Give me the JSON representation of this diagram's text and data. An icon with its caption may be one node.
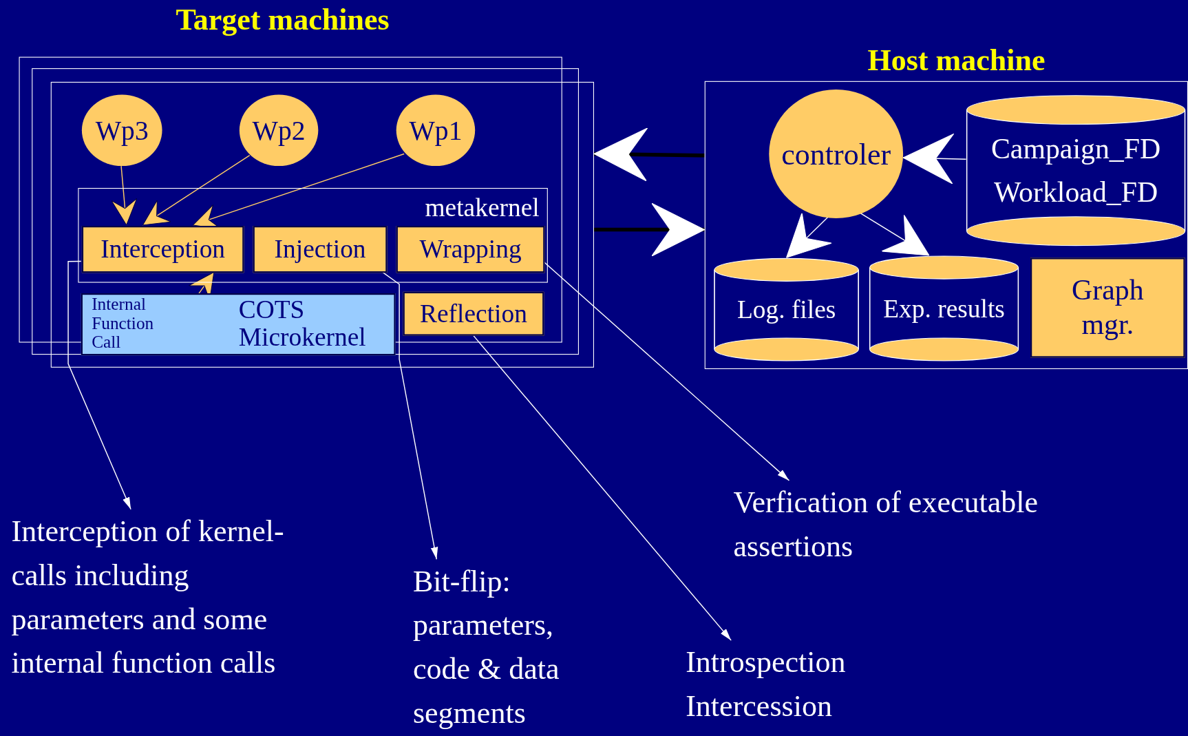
{
  "diagram": {
    "nodes": [
      {
        "text": [
          "Target machines"
        ]
      },
      {
        "text": [
          "Wp3"
        ],
        "in": 0
      },
      {
        "text": [
          "Wp2"
        ],
        "in": 0
      },
      {
        "text": [
          "Wp1"
        ],
        "in": 0
      },
      {
        "text": [
          "metakernel"
        ],
        "in": 0
      },
      {
        "text": [
          "Interception"
        ],
        "in": 4
      },
      {
        "text": [
          "Injection"
        ],
        "in": 4
      },
      {
        "text": [
          "Wrapping"
        ],
        "in": 4
      },
      {
        "text": [
          "Internal Function Call",
          "COTS Microkernel"
        ],
        "in": 0
      },
      {
        "text": [
          "Reflection"
        ],
        "in": 0
      },
      {
        "text": [
          "Host machine"
        ]
      },
      {
        "text": [
          "controler"
        ],
        "in": 10
      },
      {
        "text": [
          "Campaign_FD",
          "Workload_FD"
        ],
        "in": 10
      },
      {
        "text": [
          "Log. files"
        ],
        "in": 10
      },
      {
        "text": [
          "Exp. results"
        ],
        "in": 10
      },
      {
        "text": [
          "Graph mgr."
        ],
        "in": 10
      },
      {
        "text": [
          "Interception of kernel-calls including parameters and some internal function calls"
        ]
      },
      {
        "text": [
          "Bit-flip: parameters, code & data segments"
        ]
      },
      {
        "text": [
          "Introspection Intercession"
        ]
      },
      {
        "text": [
          "Verfication of executable assertions"
        ]
      }
    ],
    "edges": [
      {
        "from": 1,
        "to": 5,
        "arrow": "to",
        "color": "#ffcc66"
      },
      {
        "from": 2,
        "to": 5,
        "arrow": "to",
        "color": "#ffcc66"
      },
      {
        "from": 3,
        "to": 5,
        "arrow": "to",
        "color": "#ffcc66"
      },
      {
        "from": 8,
        "to": 5,
        "arrow": "to",
        "color": "#ffcc66"
      },
      {
        "from": 5,
        "to": 16,
        "arrow": "to"
      },
      {
        "from": 6,
        "to": 17,
        "arrow": "to"
      },
      {
        "from": 9,
        "to": 18,
        "arrow": "to"
      },
      {
        "from": 7,
        "to": 19,
        "arrow": "to"
      },
      {
        "from": 10,
        "to": 0,
        "arrow": "to",
        "style": "thick",
        "color": "#000000"
      },
      {
        "from": 0,
        "to": 10,
        "arrow": "to",
        "style": "thick",
        "color": "#000000"
      },
      {
        "from": 12,
        "to": 11,
        "arrow": "to"
      },
      {
        "from": 11,
        "to": 13,
        "arrow": "to"
      },
      {
        "from": 11,
        "to": 14,
        "arrow": "to"
      }
    ]
  }
}
